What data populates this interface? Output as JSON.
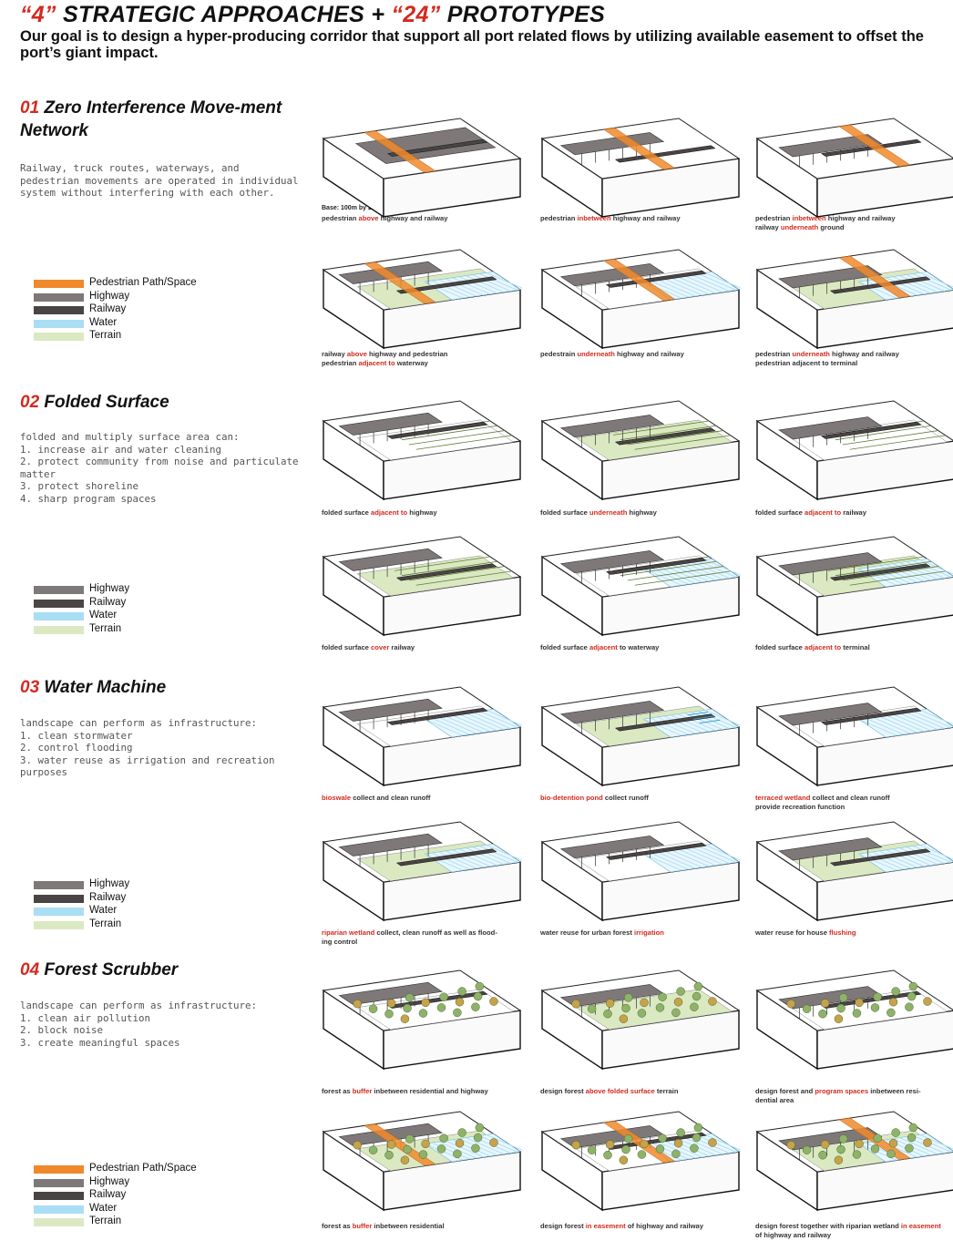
{
  "header": {
    "title_q1": "“4”",
    "title_mid": " STRATEGIC APPROACHES + ",
    "title_q2": "“24”",
    "title_end": " PROTOTYPES",
    "goal": "Our goal is to design a hyper-producing corridor that support all port related flows by utilizing available easement to offset the port’s giant impact."
  },
  "colors": {
    "pedestrian": "#f0892c",
    "highway": "#7e7878",
    "railway": "#4a4444",
    "water": "#a9def5",
    "terrain": "#dbe9c2",
    "accent": "#d42a1f"
  },
  "base_note": "Base: 100m by 200m",
  "sections": [
    {
      "num": "01",
      "title": "Zero Interference Move-ment Network",
      "desc": "Railway, truck routes, waterways, and pedestrian movements are operated in individual system without interfering with each other.",
      "legend": [
        {
          "label": "Pedestrian Path/Space",
          "color": "#f0892c"
        },
        {
          "label": "Highway",
          "color": "#7e7878"
        },
        {
          "label": "Railway",
          "color": "#4a4444"
        },
        {
          "label": "Water",
          "color": "#a9def5"
        },
        {
          "label": "Terrain",
          "color": "#dbe9c2"
        }
      ],
      "captions": [
        [
          {
            "t": "pedestrian "
          },
          {
            "t": "above",
            "r": true
          },
          {
            "t": " highway and railway"
          }
        ],
        [
          {
            "t": "pedestrian "
          },
          {
            "t": "inbetween",
            "r": true
          },
          {
            "t": " highway and railway"
          }
        ],
        [
          {
            "t": "pedestrian "
          },
          {
            "t": "inbetween",
            "r": true
          },
          {
            "t": " highway and railway\nrailway "
          },
          {
            "t": "underneath",
            "r": true
          },
          {
            "t": " ground"
          }
        ],
        [
          {
            "t": "railway "
          },
          {
            "t": "above",
            "r": true
          },
          {
            "t": " highway and pedestrian\npedestrian "
          },
          {
            "t": "adjacent to",
            "r": true
          },
          {
            "t": " waterway"
          }
        ],
        [
          {
            "t": "pedestrain "
          },
          {
            "t": "underneath",
            "r": true
          },
          {
            "t": " highway and railway"
          }
        ],
        [
          {
            "t": "pedestrian "
          },
          {
            "t": "underneath",
            "r": true
          },
          {
            "t": " highway and railway\npedestrian adjacent to terminal"
          }
        ]
      ]
    },
    {
      "num": "02",
      "title": "Folded Surface",
      "desc": "folded and multiply surface area can:\n1. increase air and water cleaning\n2. protect community from noise and particulate matter\n3. protect shoreline\n4. sharp program spaces",
      "legend": [
        {
          "label": "Highway",
          "color": "#7e7878"
        },
        {
          "label": "Railway",
          "color": "#4a4444"
        },
        {
          "label": "Water",
          "color": "#a9def5"
        },
        {
          "label": "Terrain",
          "color": "#dbe9c2"
        }
      ],
      "captions": [
        [
          {
            "t": "folded surface "
          },
          {
            "t": "adjacent to",
            "r": true
          },
          {
            "t": " highway"
          }
        ],
        [
          {
            "t": "folded surface "
          },
          {
            "t": "underneath",
            "r": true
          },
          {
            "t": " highway"
          }
        ],
        [
          {
            "t": "folded surface "
          },
          {
            "t": "adjacent to",
            "r": true
          },
          {
            "t": " railway"
          }
        ],
        [
          {
            "t": "folded surface "
          },
          {
            "t": "cover",
            "r": true
          },
          {
            "t": " railway"
          }
        ],
        [
          {
            "t": "folded surface "
          },
          {
            "t": "adjacent",
            "r": true
          },
          {
            "t": " to waterway"
          }
        ],
        [
          {
            "t": "folded surface "
          },
          {
            "t": "adjacent to",
            "r": true
          },
          {
            "t": " terminal"
          }
        ]
      ]
    },
    {
      "num": "03",
      "title": "Water Machine",
      "desc": "landscape can perform as infrastructure:\n1. clean stormwater\n2. control flooding\n3. water reuse as irrigation and recreation purposes",
      "legend": [
        {
          "label": "Highway",
          "color": "#7e7878"
        },
        {
          "label": "Railway",
          "color": "#4a4444"
        },
        {
          "label": "Water",
          "color": "#a9def5"
        },
        {
          "label": "Terrain",
          "color": "#dbe9c2"
        }
      ],
      "captions": [
        [
          {
            "t": "bioswale",
            "r": true
          },
          {
            "t": " collect and clean runoff"
          }
        ],
        [
          {
            "t": "bio-detention pond",
            "r": true
          },
          {
            "t": " collect runoff"
          }
        ],
        [
          {
            "t": "terraced wetland",
            "r": true
          },
          {
            "t": " collect and clean runoff\nprovide recreation function"
          }
        ],
        [
          {
            "t": "riparian wetland",
            "r": true
          },
          {
            "t": " collect, clean runoff as well as flood-\ning control"
          }
        ],
        [
          {
            "t": "water reuse for urban forest "
          },
          {
            "t": "irrigation",
            "r": true
          }
        ],
        [
          {
            "t": "water reuse for house "
          },
          {
            "t": "flushing",
            "r": true
          }
        ]
      ]
    },
    {
      "num": "04",
      "title": "Forest Scrubber",
      "desc": "landscape can perform as infrastructure:\n1. clean air pollution\n2. block noise\n3. create meaningful spaces",
      "legend": [
        {
          "label": "Pedestrian Path/Space",
          "color": "#f0892c"
        },
        {
          "label": "Highway",
          "color": "#7e7878"
        },
        {
          "label": "Railway",
          "color": "#4a4444"
        },
        {
          "label": "Water",
          "color": "#a9def5"
        },
        {
          "label": "Terrain",
          "color": "#dbe9c2"
        }
      ],
      "captions": [
        [
          {
            "t": "forest as "
          },
          {
            "t": "buffer",
            "r": true
          },
          {
            "t": " inbetween residential and highway"
          }
        ],
        [
          {
            "t": "design forest "
          },
          {
            "t": "above folded surface",
            "r": true
          },
          {
            "t": " terrain"
          }
        ],
        [
          {
            "t": "design forest and "
          },
          {
            "t": "program spaces",
            "r": true
          },
          {
            "t": " inbetween resi-\ndential area"
          }
        ],
        [
          {
            "t": "forest as "
          },
          {
            "t": "buffer",
            "r": true
          },
          {
            "t": " inbetween residential"
          }
        ],
        [
          {
            "t": "design forest "
          },
          {
            "t": "in easement",
            "r": true
          },
          {
            "t": " of highway and railway"
          }
        ],
        [
          {
            "t": "design forest together with riparian wetland "
          },
          {
            "t": "in easement",
            "r": true
          },
          {
            "t": "\nof highway and railway"
          }
        ]
      ]
    }
  ]
}
